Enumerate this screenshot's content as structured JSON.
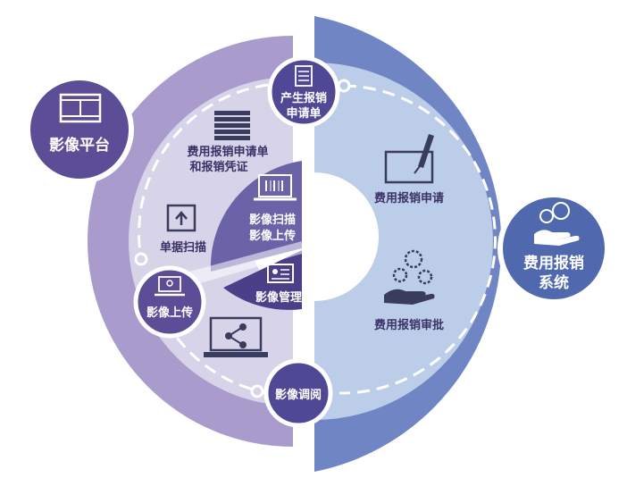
{
  "colors": {
    "left_outer": "#a99ccc",
    "left_inner": "#d7d3e8",
    "left_circle": "#5c4d97",
    "right_outer": "#6f85c4",
    "right_inner": "#bccde9",
    "right_circle": "#4f68ae",
    "node": "#4f4895",
    "icon_line": "#3a3c5e"
  },
  "left_platform": {
    "title": "影像平台",
    "icon": "film-icon"
  },
  "right_system": {
    "title_line1": "费用报销",
    "title_line2": "系统",
    "icon": "money-hand-icon"
  },
  "nodes": {
    "top": {
      "line1": "产生报销",
      "line2": "申请单",
      "icon": "document-icon"
    },
    "left": {
      "label": "影像上传",
      "icon": "laptop-upload-icon"
    },
    "bottom": {
      "label": "影像调阅",
      "icon": "view-icon"
    }
  },
  "left_items": {
    "voucher": {
      "line1": "费用报销申请单",
      "line2": "和报销凭证",
      "icon": "paper-stack-icon"
    },
    "scan": {
      "label": "单据扫描",
      "icon": "box-upload-icon"
    },
    "share": {
      "icon": "laptop-share-icon"
    }
  },
  "center_tabs": {
    "upload": {
      "line1": "影像扫描",
      "line2": "影像上传",
      "icon": "laptop-barcode-icon"
    },
    "manage": {
      "label": "影像管理",
      "icon": "monitor-profile-icon"
    }
  },
  "right_items": {
    "apply": {
      "label": "费用报销申请",
      "icon": "pen-tablet-icon"
    },
    "approve": {
      "label": "费用报销审批",
      "icon": "hand-team-icon"
    }
  }
}
